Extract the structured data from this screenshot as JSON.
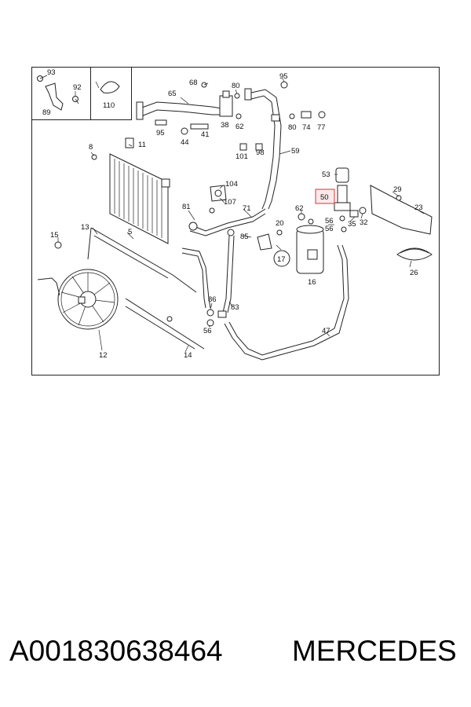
{
  "diagram": {
    "labels": [
      "93",
      "92",
      "89",
      "110",
      "68",
      "65",
      "80",
      "95",
      "62",
      "38",
      "95",
      "44",
      "41",
      "80",
      "74",
      "77",
      "59",
      "8",
      "11",
      "101",
      "98",
      "53",
      "50",
      "104",
      "107",
      "81",
      "71",
      "29",
      "23",
      "62",
      "20",
      "56",
      "56",
      "35",
      "32",
      "13",
      "5",
      "85",
      "15",
      "17",
      "16",
      "26",
      "86",
      "83",
      "56",
      "47",
      "12",
      "14"
    ],
    "highlight_label": "50",
    "highlight_color": "#d9333a"
  },
  "caption": {
    "part_number": "A001830638464",
    "brand": "MERCEDES"
  }
}
